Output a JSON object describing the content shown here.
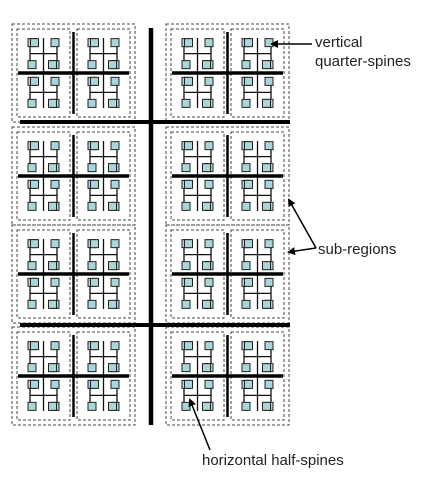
{
  "labels": {
    "vertical_quarter_spines_line1": "vertical",
    "vertical_quarter_spines_line2": "quarter-spines",
    "sub_regions": "sub-regions",
    "horizontal_half_spines": "horizontal half-spines"
  },
  "colors": {
    "spine": "#000000",
    "tree_wire": "#111111",
    "sink_fill": "#a9d6da",
    "sink_stroke": "#222222",
    "dashed_outline": "#444444",
    "label_text": "#222222"
  }
}
